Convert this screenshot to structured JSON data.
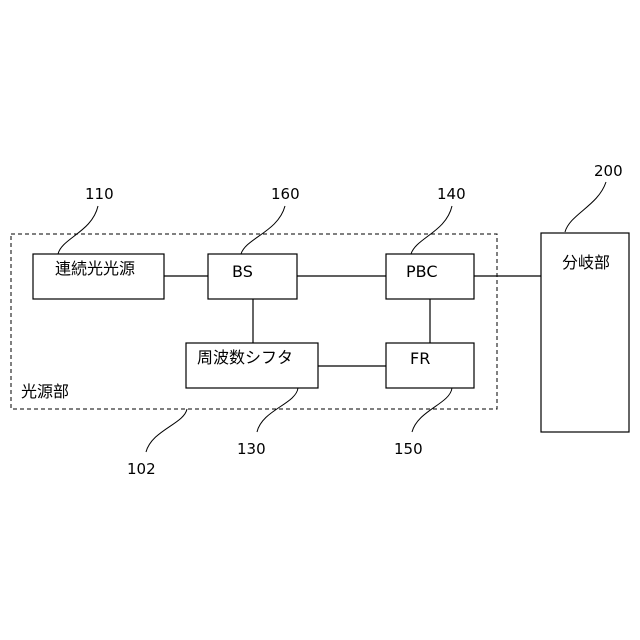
{
  "diagram": {
    "continuous_source_label": "連続光光源",
    "bs_label": "BS",
    "pbc_label": "PBC",
    "freq_shifter_label": "周波数シフタ",
    "fr_label": "FR",
    "light_source_unit_label": "光源部",
    "branch_label": "分岐部",
    "refs": {
      "r110": "110",
      "r160": "160",
      "r140": "140",
      "r200": "200",
      "r130": "130",
      "r150": "150",
      "r102": "102"
    }
  }
}
